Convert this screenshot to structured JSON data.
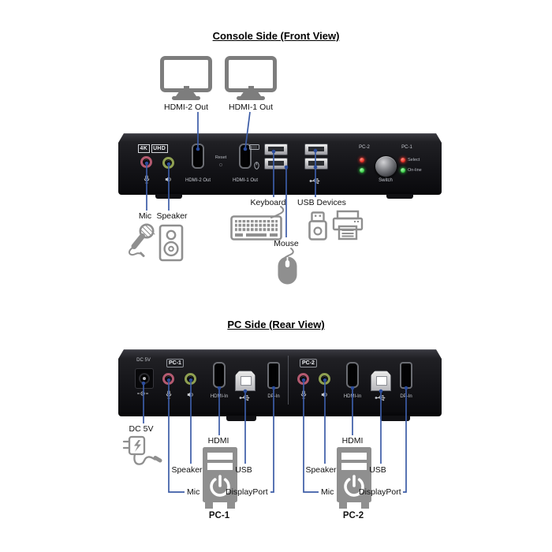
{
  "front": {
    "title": "Console Side (Front View)",
    "monitors": [
      {
        "label": "HDMI-2 Out"
      },
      {
        "label": "HDMI-1 Out"
      }
    ],
    "panel": {
      "badge_4k": "4K",
      "badge_uhd": "UHD",
      "reset_label": "Reset",
      "hdmi2_label": "HDMI-2 Out",
      "hdmi1_label": "HDMI-1 Out",
      "pc2_label": "PC-2",
      "pc1_label": "PC-1",
      "select_label": "Select",
      "online_label": "On-line",
      "switch_label": "Switch"
    },
    "labels": {
      "mic": "Mic",
      "speaker": "Speaker",
      "keyboard": "Keyboard",
      "mouse": "Mouse",
      "usb_devices": "USB Devices"
    }
  },
  "rear": {
    "title": "PC Side (Rear View)",
    "panel": {
      "dc_label": "DC 5V",
      "groups": [
        {
          "name": "PC-1",
          "hdmi_label": "HDMI-In",
          "dp_label": "DP-In"
        },
        {
          "name": "PC-2",
          "hdmi_label": "HDMI-In",
          "dp_label": "DP-In"
        }
      ]
    },
    "external": {
      "dc_label": "DC 5V",
      "groups": [
        {
          "hdmi": "HDMI",
          "speaker": "Speaker",
          "usb": "USB",
          "mic": "Mic",
          "displayport": "DisplayPort",
          "pc": "PC-1"
        },
        {
          "hdmi": "HDMI",
          "speaker": "Speaker",
          "usb": "USB",
          "mic": "Mic",
          "displayport": "DisplayPort",
          "pc": "PC-2"
        }
      ]
    }
  },
  "icons": {
    "monitor-icon": "gray monitor with stand",
    "mic-icon": "handheld microphone with cable",
    "speaker-icon": "speaker cabinet with two drivers",
    "keyboard-icon": "computer keyboard",
    "mouse-icon": "computer mouse (filled gray)",
    "usb-flash-drive-icon": "USB flash drive outline",
    "printer-icon": "printer outline",
    "power-adapter-icon": "DC power adapter with lightning bolt and cable",
    "pc-tower-icon": "desktop tower with power symbol",
    "usb-trident-icon": "USB trident symbol",
    "mic-jack-glyph": "microphone pictogram",
    "speaker-jack-glyph": "speaker pictogram",
    "polarity-glyph": "DC polarity pictogram",
    "keyboard-print-glyph": "keyboard pictogram printed on panel",
    "mouse-print-glyph": "mouse pictogram printed on panel"
  },
  "colors": {
    "connector_line": "#3c5ca6",
    "connector_dot": "#2b4c9c",
    "icon_gray": "#8f8f8f",
    "panel_black": "#141418",
    "led_red": "#e02318",
    "led_green": "#2fc93e",
    "mic_jack_ring": "#b45a70",
    "speaker_jack_ring": "#8fa052"
  }
}
